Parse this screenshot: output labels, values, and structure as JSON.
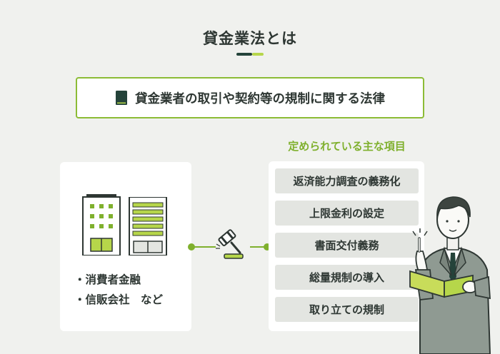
{
  "title": "貸金業法とは",
  "definition": "貸金業者の取引や契約等の規制に関する法律",
  "items_heading": "定められている主な項目",
  "items": [
    "返済能力調査の義務化",
    "上限金利の設定",
    "書面交付義務",
    "総量規制の導入",
    "取り立ての規制"
  ],
  "targets": [
    "・消費者金融",
    "・信販会社　など"
  ],
  "colors": {
    "accent_green": "#8cbc35",
    "heading_green": "#7fb02d",
    "dark_green": "#24433a",
    "background": "#f0f1ee",
    "item_bg": "#e3e5e1"
  },
  "icons": [
    "book-icon",
    "office-building-icon",
    "gavel-icon",
    "businessman-illustration"
  ]
}
